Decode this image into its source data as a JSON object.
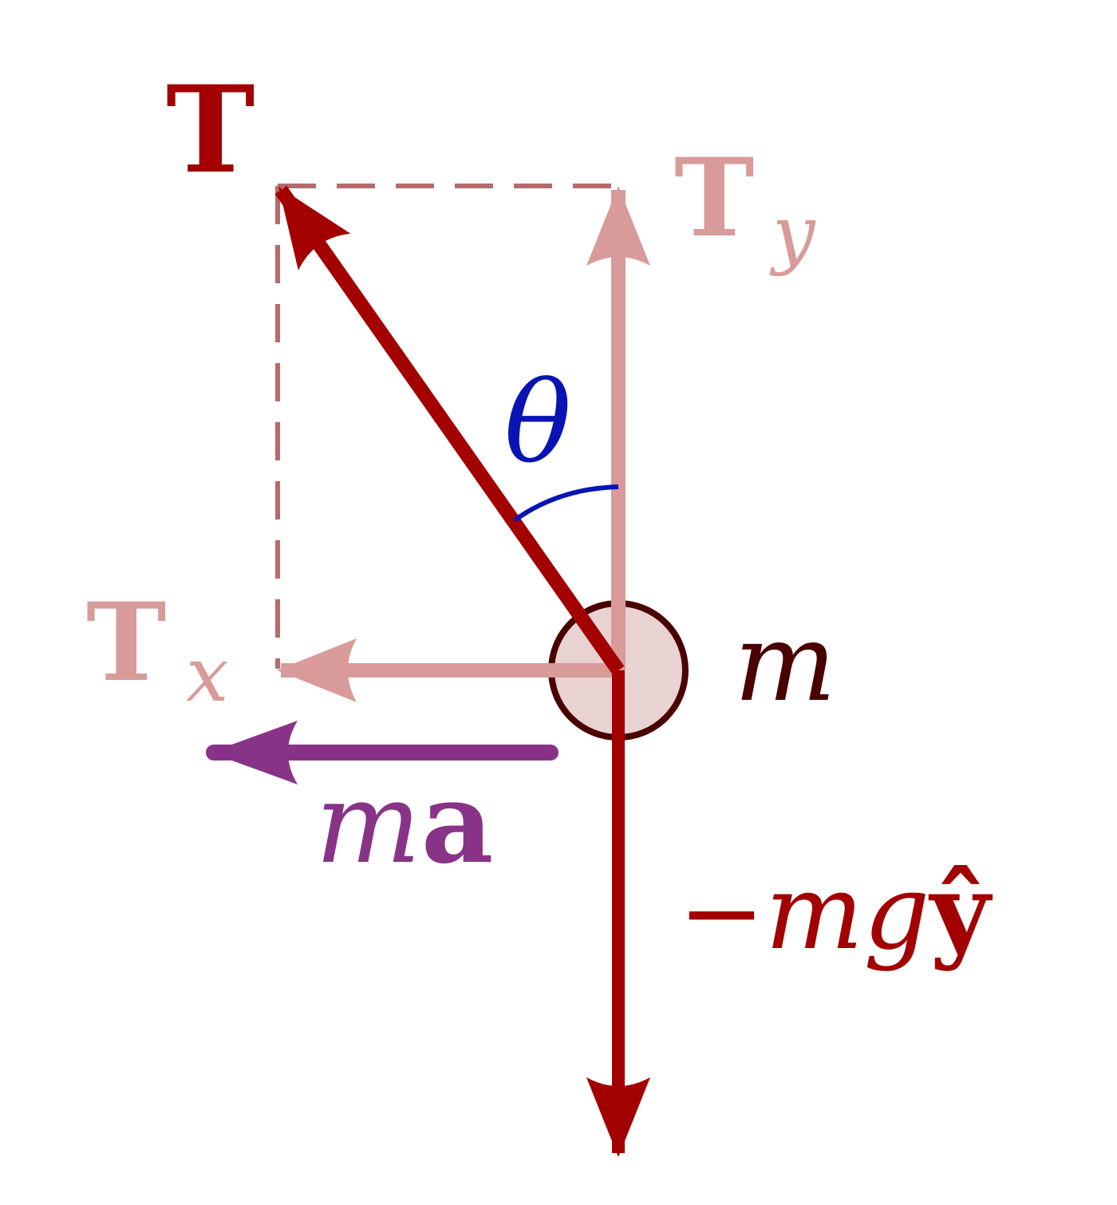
{
  "labels": {
    "tension": "T",
    "tension_y_main": "T",
    "tension_y_sub": "y",
    "tension_x_main": "T",
    "tension_x_sub": "x",
    "angle": "θ",
    "mass": "m",
    "ma_italic": "m",
    "ma_bold": "a",
    "weight_minus": "−",
    "weight_italic": "mg",
    "weight_hat_vector": "ŷ"
  },
  "colors": {
    "tension": "#a30000",
    "tension_components": "#d99a9a",
    "dashed_guide": "#b56b6b",
    "angle": "#0a14b4",
    "mass_fill": "#e8d2d2",
    "mass_stroke": "#4a0000",
    "mass_label": "#4a0000",
    "acceleration": "#883388",
    "weight": "#a30000"
  }
}
